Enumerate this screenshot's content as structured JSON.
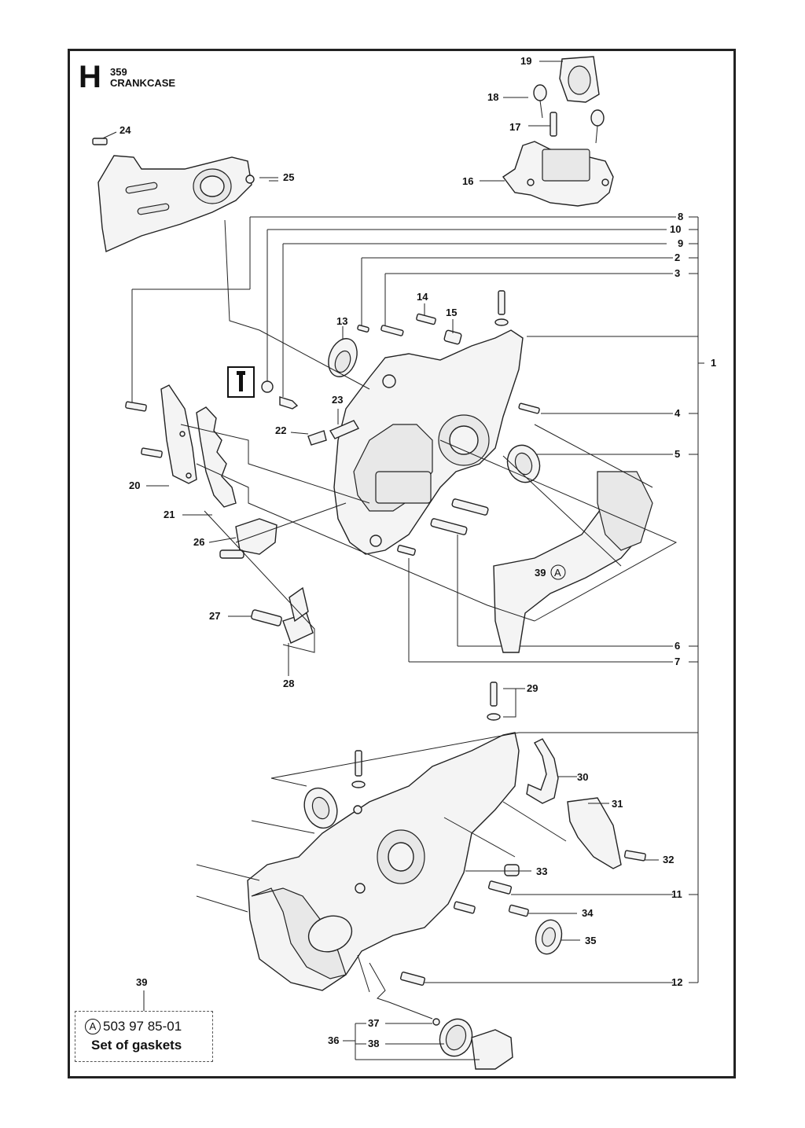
{
  "section": {
    "letter": "H",
    "model": "359",
    "title": "CRANKCASE"
  },
  "parts_kit": {
    "ref_number": "39",
    "marker": "A",
    "code": "503 97 85-01",
    "description": "Set of gaskets"
  },
  "callouts": {
    "c1": "1",
    "c2": "2",
    "c3": "3",
    "c4": "4",
    "c5": "5",
    "c6": "6",
    "c7": "7",
    "c8": "8",
    "c9": "9",
    "c10": "10",
    "c11": "11",
    "c12": "12",
    "c13": "13",
    "c14": "14",
    "c15": "15",
    "c16": "16",
    "c17": "17",
    "c18": "18",
    "c19": "19",
    "c20": "20",
    "c21": "21",
    "c22": "22",
    "c23": "23",
    "c24": "24",
    "c25": "25",
    "c26": "26",
    "c27": "27",
    "c28": "28",
    "c29": "29",
    "c30": "30",
    "c31": "31",
    "c32": "32",
    "c33": "33",
    "c34": "34",
    "c35": "35",
    "c36": "36",
    "c37": "37",
    "c38": "38",
    "c39": "39",
    "c39a": "A"
  }
}
